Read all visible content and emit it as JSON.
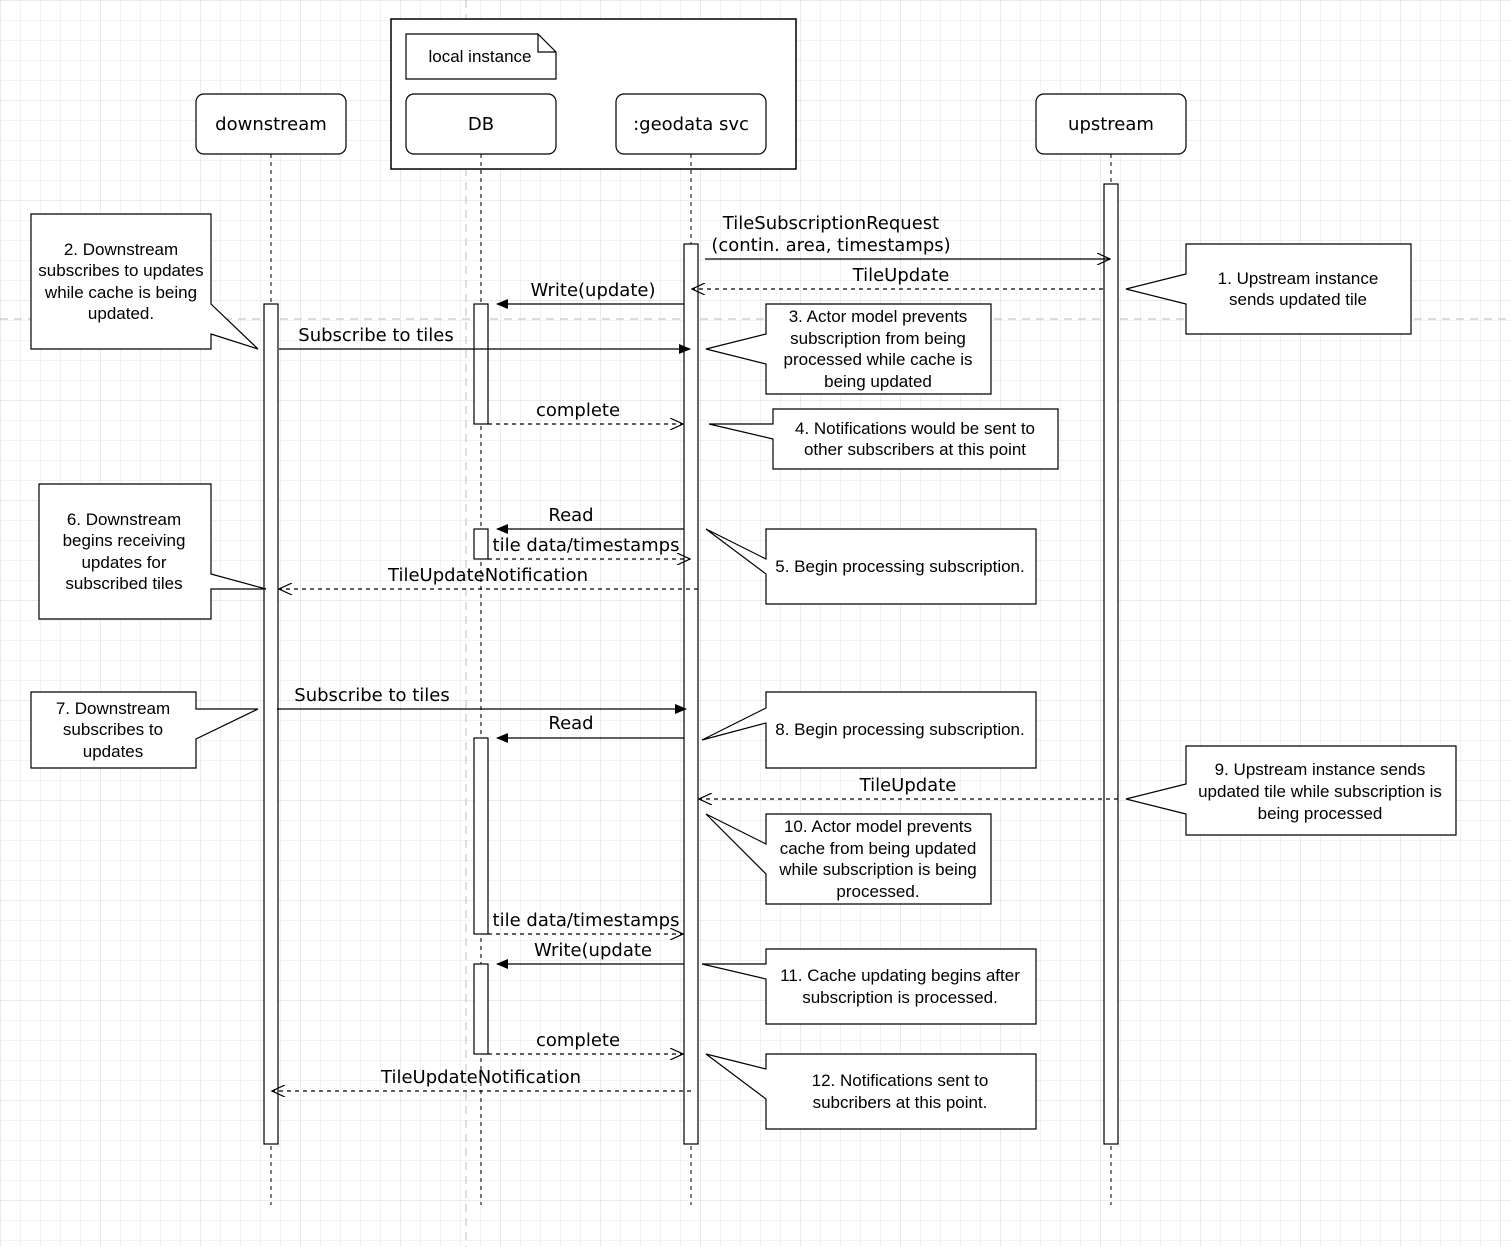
{
  "frame": {
    "label": "local instance"
  },
  "participants": {
    "downstream": "downstream",
    "db": "DB",
    "geodata": ":geodata svc",
    "upstream": "upstream"
  },
  "messages": [
    {
      "id": "tile-subscription-request",
      "lines": [
        "TileSubscriptionRequest",
        "(contin. area, timestamps)"
      ],
      "kind": "sync"
    },
    {
      "id": "tile-update-1",
      "lines": [
        "TileUpdate"
      ],
      "kind": "return"
    },
    {
      "id": "write-update-1",
      "lines": [
        "Write(update)"
      ],
      "kind": "sync"
    },
    {
      "id": "subscribe-to-tiles-1",
      "lines": [
        "Subscribe to tiles"
      ],
      "kind": "sync"
    },
    {
      "id": "complete-1",
      "lines": [
        "complete"
      ],
      "kind": "return"
    },
    {
      "id": "read-1",
      "lines": [
        "Read"
      ],
      "kind": "sync"
    },
    {
      "id": "tile-data-timestamps-1",
      "lines": [
        "tile data/timestamps"
      ],
      "kind": "return"
    },
    {
      "id": "tile-update-notification-1",
      "lines": [
        "TileUpdateNotification"
      ],
      "kind": "return"
    },
    {
      "id": "subscribe-to-tiles-2",
      "lines": [
        "Subscribe to tiles"
      ],
      "kind": "sync"
    },
    {
      "id": "read-2",
      "lines": [
        "Read"
      ],
      "kind": "sync"
    },
    {
      "id": "tile-update-2",
      "lines": [
        "TileUpdate"
      ],
      "kind": "return"
    },
    {
      "id": "tile-data-timestamps-2",
      "lines": [
        "tile data/timestamps"
      ],
      "kind": "return"
    },
    {
      "id": "write-update-2",
      "lines": [
        "Write(update"
      ],
      "kind": "sync"
    },
    {
      "id": "complete-2",
      "lines": [
        "complete"
      ],
      "kind": "return"
    },
    {
      "id": "tile-update-notification-2",
      "lines": [
        "TileUpdateNotification"
      ],
      "kind": "return"
    }
  ],
  "notes": [
    {
      "id": "note-1",
      "lines": [
        "1. Upstream instance",
        "sends updated tile"
      ]
    },
    {
      "id": "note-2",
      "lines": [
        "2. Downstream",
        "subscribes to updates",
        "while cache is being",
        "updated."
      ]
    },
    {
      "id": "note-3",
      "lines": [
        "3. Actor model prevents",
        "subscription from being",
        "processed while cache is",
        "being updated"
      ]
    },
    {
      "id": "note-4",
      "lines": [
        "4. Notifications would be sent to",
        "other subscribers at this point"
      ]
    },
    {
      "id": "note-5",
      "lines": [
        "5. Begin processing subscription."
      ]
    },
    {
      "id": "note-6",
      "lines": [
        "6. Downstream",
        "begins receiving",
        "updates for",
        "subscribed tiles"
      ]
    },
    {
      "id": "note-7",
      "lines": [
        "7. Downstream",
        "subscribes to",
        "updates"
      ]
    },
    {
      "id": "note-8",
      "lines": [
        "8. Begin processing subscription."
      ]
    },
    {
      "id": "note-9",
      "lines": [
        "9. Upstream instance sends",
        "updated tile while subscription is",
        "being processed"
      ]
    },
    {
      "id": "note-10",
      "lines": [
        "10. Actor model prevents",
        "cache from being updated",
        "while subscription is being",
        "processed."
      ]
    },
    {
      "id": "note-11",
      "lines": [
        "11. Cache updating begins after",
        "subscription is processed."
      ]
    },
    {
      "id": "note-12",
      "lines": [
        "12. Notifications sent to",
        "subcribers at this point."
      ]
    }
  ]
}
